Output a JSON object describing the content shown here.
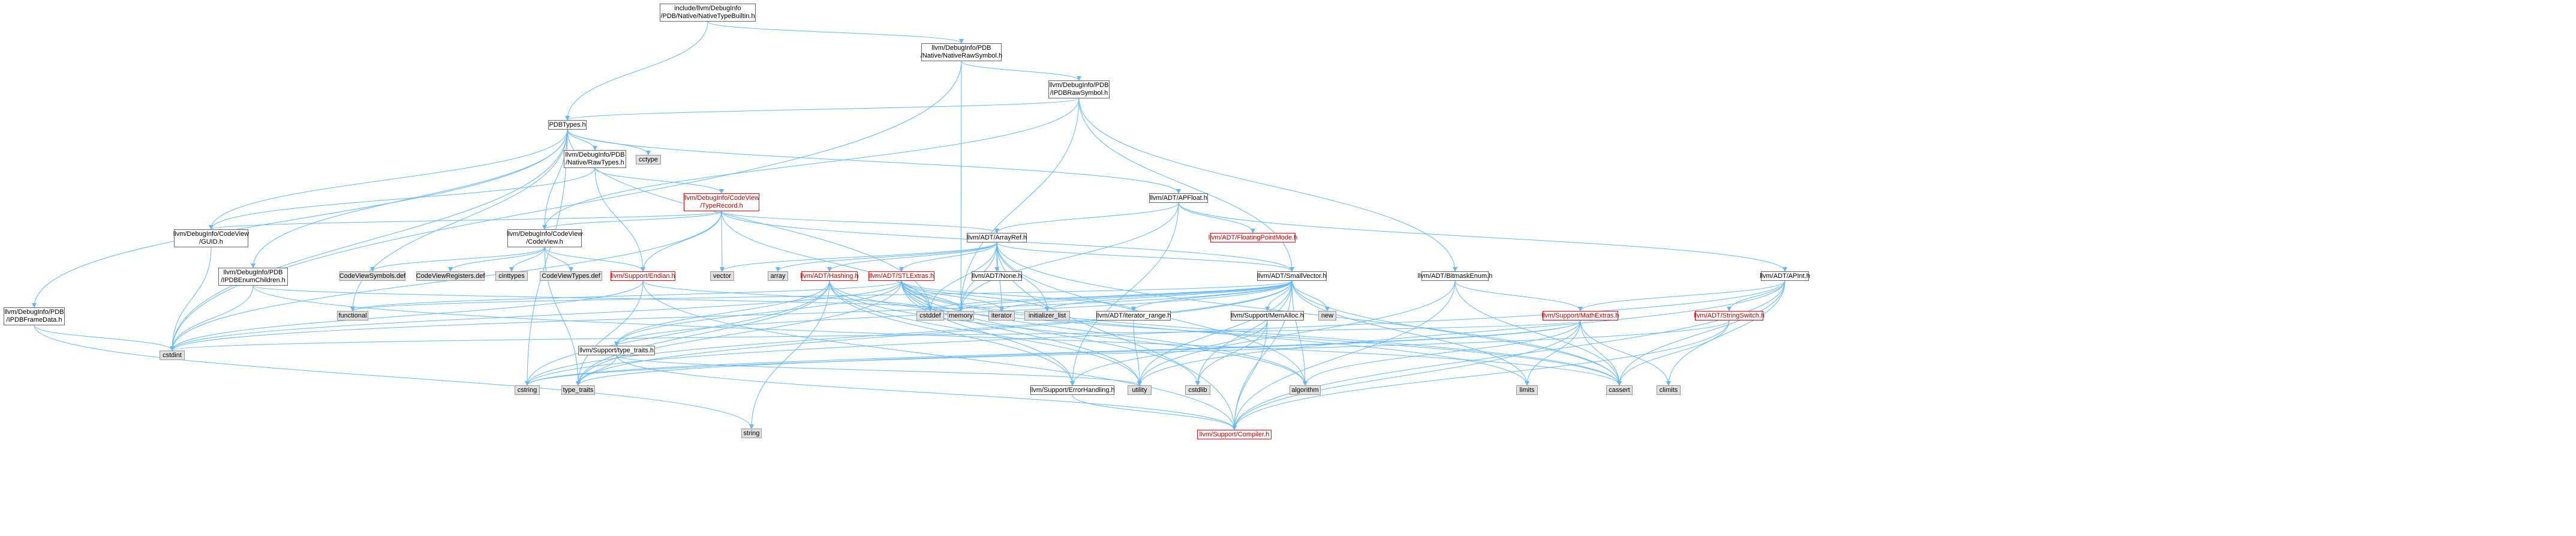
{
  "graph": {
    "colors": {
      "edge": "#63b8ff",
      "missing_border": "#ff0000",
      "external_fill": "#e0e0e0",
      "root_fill": "#999999"
    },
    "nodes": [
      {
        "id": "root",
        "label": "include/llvm/DebugInfo\n/PDB/Native/NativeTypeBuiltin.h",
        "kind": "root"
      },
      {
        "id": "nrs",
        "label": "llvm/DebugInfo/PDB\n/Native/NativeRawSymbol.h",
        "kind": "normal"
      },
      {
        "id": "ipdb",
        "label": "llvm/DebugInfo/PDB\n/IPDBRawSymbol.h",
        "kind": "normal"
      },
      {
        "id": "pdbtypes",
        "label": "PDBTypes.h",
        "kind": "normal"
      },
      {
        "id": "cctype",
        "label": "cctype",
        "kind": "external"
      },
      {
        "id": "rawtypes",
        "label": "llvm/DebugInfo/PDB\n/Native/RawTypes.h",
        "kind": "normal"
      },
      {
        "id": "typerecord",
        "label": "llvm/DebugInfo/CodeView\n/TypeRecord.h",
        "kind": "missing"
      },
      {
        "id": "apfloat",
        "label": "llvm/ADT/APFloat.h",
        "kind": "normal"
      },
      {
        "id": "floatmode",
        "label": "llvm/ADT/FloatingPointMode.h",
        "kind": "missing"
      },
      {
        "id": "guid",
        "label": "llvm/DebugInfo/CodeView\n/GUID.h",
        "kind": "normal"
      },
      {
        "id": "codeview",
        "label": "llvm/DebugInfo/CodeView\n/CodeView.h",
        "kind": "normal"
      },
      {
        "id": "arrayref",
        "label": "llvm/ADT/ArrayRef.h",
        "kind": "normal"
      },
      {
        "id": "frame",
        "label": "llvm/DebugInfo/PDB\n/IPDBFrameData.h",
        "kind": "normal"
      },
      {
        "id": "enumch",
        "label": "llvm/DebugInfo/PDB\n/IPDBEnumChildren.h",
        "kind": "normal"
      },
      {
        "id": "cvsym",
        "label": "CodeViewSymbols.def",
        "kind": "external"
      },
      {
        "id": "cvreg",
        "label": "CodeViewRegisters.def",
        "kind": "external"
      },
      {
        "id": "cinttypes",
        "label": "cinttypes",
        "kind": "external"
      },
      {
        "id": "cvtypes",
        "label": "CodeViewTypes.def",
        "kind": "external"
      },
      {
        "id": "endian",
        "label": "llvm/Support/Endian.h",
        "kind": "missing"
      },
      {
        "id": "vector",
        "label": "vector",
        "kind": "external"
      },
      {
        "id": "array",
        "label": "array",
        "kind": "external"
      },
      {
        "id": "hashing",
        "label": "llvm/ADT/Hashing.h",
        "kind": "missing"
      },
      {
        "id": "stlextras",
        "label": "llvm/ADT/STLExtras.h",
        "kind": "missing"
      },
      {
        "id": "none",
        "label": "llvm/ADT/None.h",
        "kind": "normal"
      },
      {
        "id": "smallvec",
        "label": "llvm/ADT/SmallVector.h",
        "kind": "normal"
      },
      {
        "id": "bitmask",
        "label": "llvm/ADT/BitmaskEnum.h",
        "kind": "normal"
      },
      {
        "id": "apint",
        "label": "llvm/ADT/APInt.h",
        "kind": "normal"
      },
      {
        "id": "functional",
        "label": "functional",
        "kind": "external"
      },
      {
        "id": "cstddef",
        "label": "cstddef",
        "kind": "external"
      },
      {
        "id": "memory",
        "label": "memory",
        "kind": "external"
      },
      {
        "id": "iterator",
        "label": "iterator",
        "kind": "external"
      },
      {
        "id": "initlist",
        "label": "initializer_list",
        "kind": "external"
      },
      {
        "id": "iterrange",
        "label": "llvm/ADT/iterator_range.h",
        "kind": "normal"
      },
      {
        "id": "memalloc",
        "label": "llvm/Support/MemAlloc.h",
        "kind": "normal"
      },
      {
        "id": "new",
        "label": "new",
        "kind": "external"
      },
      {
        "id": "mathextras",
        "label": "llvm/Support/MathExtras.h",
        "kind": "missing"
      },
      {
        "id": "strswitch",
        "label": "llvm/ADT/StringSwitch.h",
        "kind": "missing"
      },
      {
        "id": "typetraitsH",
        "label": "llvm/Support/type_traits.h",
        "kind": "normal"
      },
      {
        "id": "cstdint",
        "label": "cstdint",
        "kind": "external"
      },
      {
        "id": "cstring",
        "label": "cstring",
        "kind": "external"
      },
      {
        "id": "type_traits",
        "label": "type_traits",
        "kind": "external"
      },
      {
        "id": "errorh",
        "label": "llvm/Support/ErrorHandling.h",
        "kind": "normal"
      },
      {
        "id": "utility",
        "label": "utility",
        "kind": "external"
      },
      {
        "id": "cstdlib",
        "label": "cstdlib",
        "kind": "external"
      },
      {
        "id": "algorithm",
        "label": "algorithm",
        "kind": "external"
      },
      {
        "id": "limits",
        "label": "limits",
        "kind": "external"
      },
      {
        "id": "cassert",
        "label": "cassert",
        "kind": "external"
      },
      {
        "id": "climits",
        "label": "climits",
        "kind": "external"
      },
      {
        "id": "string",
        "label": "string",
        "kind": "external"
      },
      {
        "id": "compiler",
        "label": "llvm/Support/Compiler.h",
        "kind": "missing"
      }
    ],
    "edges": [
      [
        "root",
        "nrs"
      ],
      [
        "root",
        "pdbtypes"
      ],
      [
        "nrs",
        "ipdb"
      ],
      [
        "nrs",
        "cstdint"
      ],
      [
        "nrs",
        "memory"
      ],
      [
        "ipdb",
        "pdbtypes"
      ],
      [
        "ipdb",
        "codeview"
      ],
      [
        "ipdb",
        "bitmask"
      ],
      [
        "ipdb",
        "smallvec"
      ],
      [
        "ipdb",
        "memory"
      ],
      [
        "pdbtypes",
        "cctype"
      ],
      [
        "pdbtypes",
        "rawtypes"
      ],
      [
        "pdbtypes",
        "apfloat"
      ],
      [
        "pdbtypes",
        "guid"
      ],
      [
        "pdbtypes",
        "codeview"
      ],
      [
        "pdbtypes",
        "frame"
      ],
      [
        "pdbtypes",
        "enumch"
      ],
      [
        "pdbtypes",
        "cstdint"
      ],
      [
        "pdbtypes",
        "cstddef"
      ],
      [
        "pdbtypes",
        "cstring"
      ],
      [
        "pdbtypes",
        "functional"
      ],
      [
        "rawtypes",
        "typerecord"
      ],
      [
        "rawtypes",
        "guid"
      ],
      [
        "rawtypes",
        "endian"
      ],
      [
        "typerecord",
        "arrayref"
      ],
      [
        "typerecord",
        "codeview"
      ],
      [
        "typerecord",
        "guid"
      ],
      [
        "typerecord",
        "endian"
      ],
      [
        "typerecord",
        "vector"
      ],
      [
        "typerecord",
        "cstdint"
      ],
      [
        "typerecord",
        "cstddef"
      ],
      [
        "typerecord",
        "smallvec"
      ],
      [
        "apfloat",
        "floatmode"
      ],
      [
        "apfloat",
        "apint"
      ],
      [
        "apfloat",
        "arrayref"
      ],
      [
        "apfloat",
        "errorh"
      ],
      [
        "apfloat",
        "memory"
      ],
      [
        "guid",
        "cstdint"
      ],
      [
        "codeview",
        "cvsym"
      ],
      [
        "codeview",
        "cvreg"
      ],
      [
        "codeview",
        "cinttypes"
      ],
      [
        "codeview",
        "cvtypes"
      ],
      [
        "codeview",
        "endian"
      ],
      [
        "codeview",
        "type_traits"
      ],
      [
        "arrayref",
        "array"
      ],
      [
        "arrayref",
        "hashing"
      ],
      [
        "arrayref",
        "stlextras"
      ],
      [
        "arrayref",
        "none"
      ],
      [
        "arrayref",
        "smallvec"
      ],
      [
        "arrayref",
        "compiler"
      ],
      [
        "arrayref",
        "cstddef"
      ],
      [
        "arrayref",
        "memory"
      ],
      [
        "arrayref",
        "iterator"
      ],
      [
        "arrayref",
        "initlist"
      ],
      [
        "arrayref",
        "vector"
      ],
      [
        "arrayref",
        "algorithm"
      ],
      [
        "arrayref",
        "cassert"
      ],
      [
        "frame",
        "cstdint"
      ],
      [
        "frame",
        "string"
      ],
      [
        "enumch",
        "cstdint"
      ],
      [
        "enumch",
        "memory"
      ],
      [
        "enumch",
        "cassert"
      ],
      [
        "endian",
        "cstddef"
      ],
      [
        "endian",
        "type_traits"
      ],
      [
        "endian",
        "cstdint"
      ],
      [
        "endian",
        "compiler"
      ],
      [
        "hashing",
        "errorh"
      ],
      [
        "hashing",
        "type_traits"
      ],
      [
        "hashing",
        "algorithm"
      ],
      [
        "hashing",
        "cassert"
      ],
      [
        "hashing",
        "cstring"
      ],
      [
        "hashing",
        "string"
      ],
      [
        "hashing",
        "utility"
      ],
      [
        "hashing",
        "typetraitsH"
      ],
      [
        "stlextras",
        "typetraitsH"
      ],
      [
        "stlextras",
        "iterrange"
      ],
      [
        "stlextras",
        "errorh"
      ],
      [
        "stlextras",
        "cstddef"
      ],
      [
        "stlextras",
        "functional"
      ],
      [
        "stlextras",
        "memory"
      ],
      [
        "stlextras",
        "iterator"
      ],
      [
        "stlextras",
        "initlist"
      ],
      [
        "stlextras",
        "algorithm"
      ],
      [
        "stlextras",
        "cassert"
      ],
      [
        "stlextras",
        "cstdint"
      ],
      [
        "stlextras",
        "limits"
      ],
      [
        "stlextras",
        "utility"
      ],
      [
        "stlextras",
        "type_traits"
      ],
      [
        "stlextras",
        "cstdlib"
      ],
      [
        "smallvec",
        "compiler"
      ],
      [
        "smallvec",
        "type_traits"
      ],
      [
        "smallvec",
        "memalloc"
      ],
      [
        "smallvec",
        "algorithm"
      ],
      [
        "smallvec",
        "cassert"
      ],
      [
        "smallvec",
        "cstddef"
      ],
      [
        "smallvec",
        "cstdlib"
      ],
      [
        "smallvec",
        "cstring"
      ],
      [
        "smallvec",
        "functional"
      ],
      [
        "smallvec",
        "initlist"
      ],
      [
        "smallvec",
        "iterator"
      ],
      [
        "smallvec",
        "limits"
      ],
      [
        "smallvec",
        "memory"
      ],
      [
        "smallvec",
        "new"
      ],
      [
        "smallvec",
        "utility"
      ],
      [
        "smallvec",
        "cstdint"
      ],
      [
        "smallvec",
        "typetraitsH"
      ],
      [
        "smallvec",
        "iterrange"
      ],
      [
        "bitmask",
        "mathextras"
      ],
      [
        "bitmask",
        "compiler"
      ],
      [
        "bitmask",
        "cassert"
      ],
      [
        "bitmask",
        "utility"
      ],
      [
        "apint",
        "mathextras"
      ],
      [
        "apint",
        "compiler"
      ],
      [
        "apint",
        "cassert"
      ],
      [
        "apint",
        "climits"
      ],
      [
        "apint",
        "cstring"
      ],
      [
        "apint",
        "utility"
      ],
      [
        "apint",
        "strswitch"
      ],
      [
        "mathextras",
        "compiler"
      ],
      [
        "mathextras",
        "algorithm"
      ],
      [
        "mathextras",
        "cassert"
      ],
      [
        "mathextras",
        "climits"
      ],
      [
        "mathextras",
        "cstring"
      ],
      [
        "mathextras",
        "limits"
      ],
      [
        "mathextras",
        "type_traits"
      ],
      [
        "mathextras",
        "cstdint"
      ],
      [
        "strswitch",
        "compiler"
      ],
      [
        "strswitch",
        "cassert"
      ],
      [
        "strswitch",
        "cstring"
      ],
      [
        "memalloc",
        "compiler"
      ],
      [
        "memalloc",
        "errorh"
      ],
      [
        "memalloc",
        "cstdlib"
      ],
      [
        "typetraitsH",
        "compiler"
      ],
      [
        "typetraitsH",
        "type_traits"
      ],
      [
        "typetraitsH",
        "utility"
      ],
      [
        "errorh",
        "compiler"
      ],
      [
        "iterrange",
        "utility"
      ]
    ]
  }
}
